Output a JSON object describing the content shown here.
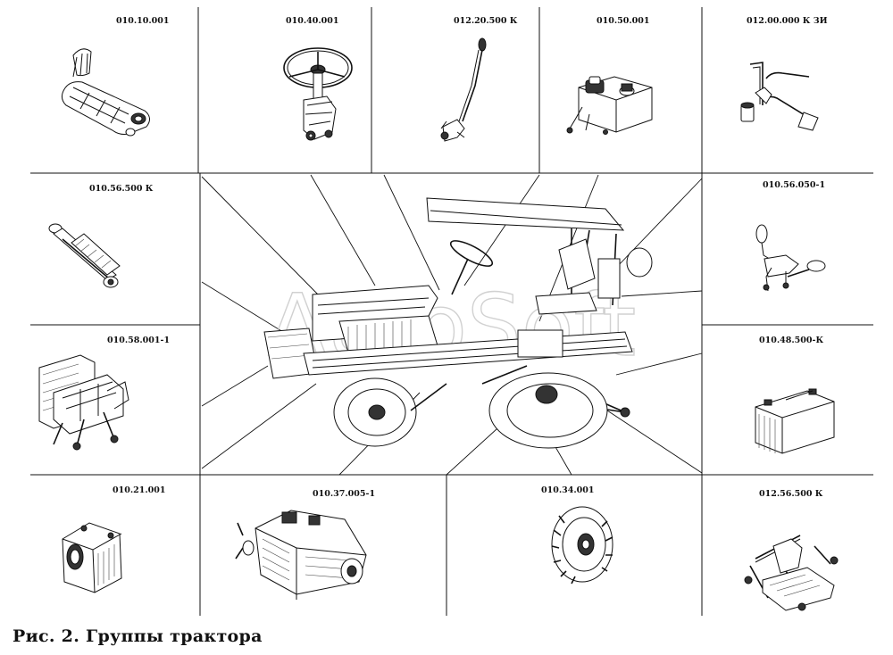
{
  "caption": "Рис. 2. Группы трактора",
  "watermark": "AutoSoft",
  "parts": [
    {
      "code": "010.10.001",
      "icon": "muffler-exhaust-icon"
    },
    {
      "code": "010.40.001",
      "icon": "steering-wheel-column-icon"
    },
    {
      "code": "012.20.500 К",
      "icon": "control-lever-icon"
    },
    {
      "code": "010.50.001",
      "icon": "fuel-tank-icon"
    },
    {
      "code": "012.00.000 К ЗИ",
      "icon": "tool-kit-wrenches-icon"
    },
    {
      "code": "010.56.500 К",
      "icon": "hydraulic-cylinder-icon"
    },
    {
      "code": "010.56.050-1",
      "icon": "hydraulic-valve-levers-icon"
    },
    {
      "code": "010.58.001-1",
      "icon": "front-frame-assembly-icon"
    },
    {
      "code": "010.48.500-К",
      "icon": "battery-icon"
    },
    {
      "code": "010.21.001",
      "icon": "clutch-housing-icon"
    },
    {
      "code": "010.37.005-1",
      "icon": "gearbox-transmission-icon"
    },
    {
      "code": "010.34.001",
      "icon": "drive-wheel-tire-icon"
    },
    {
      "code": "012.56.500 К",
      "icon": "rear-linkage-hitch-icon"
    }
  ],
  "center": {
    "icon": "tractor-assembly-icon"
  }
}
